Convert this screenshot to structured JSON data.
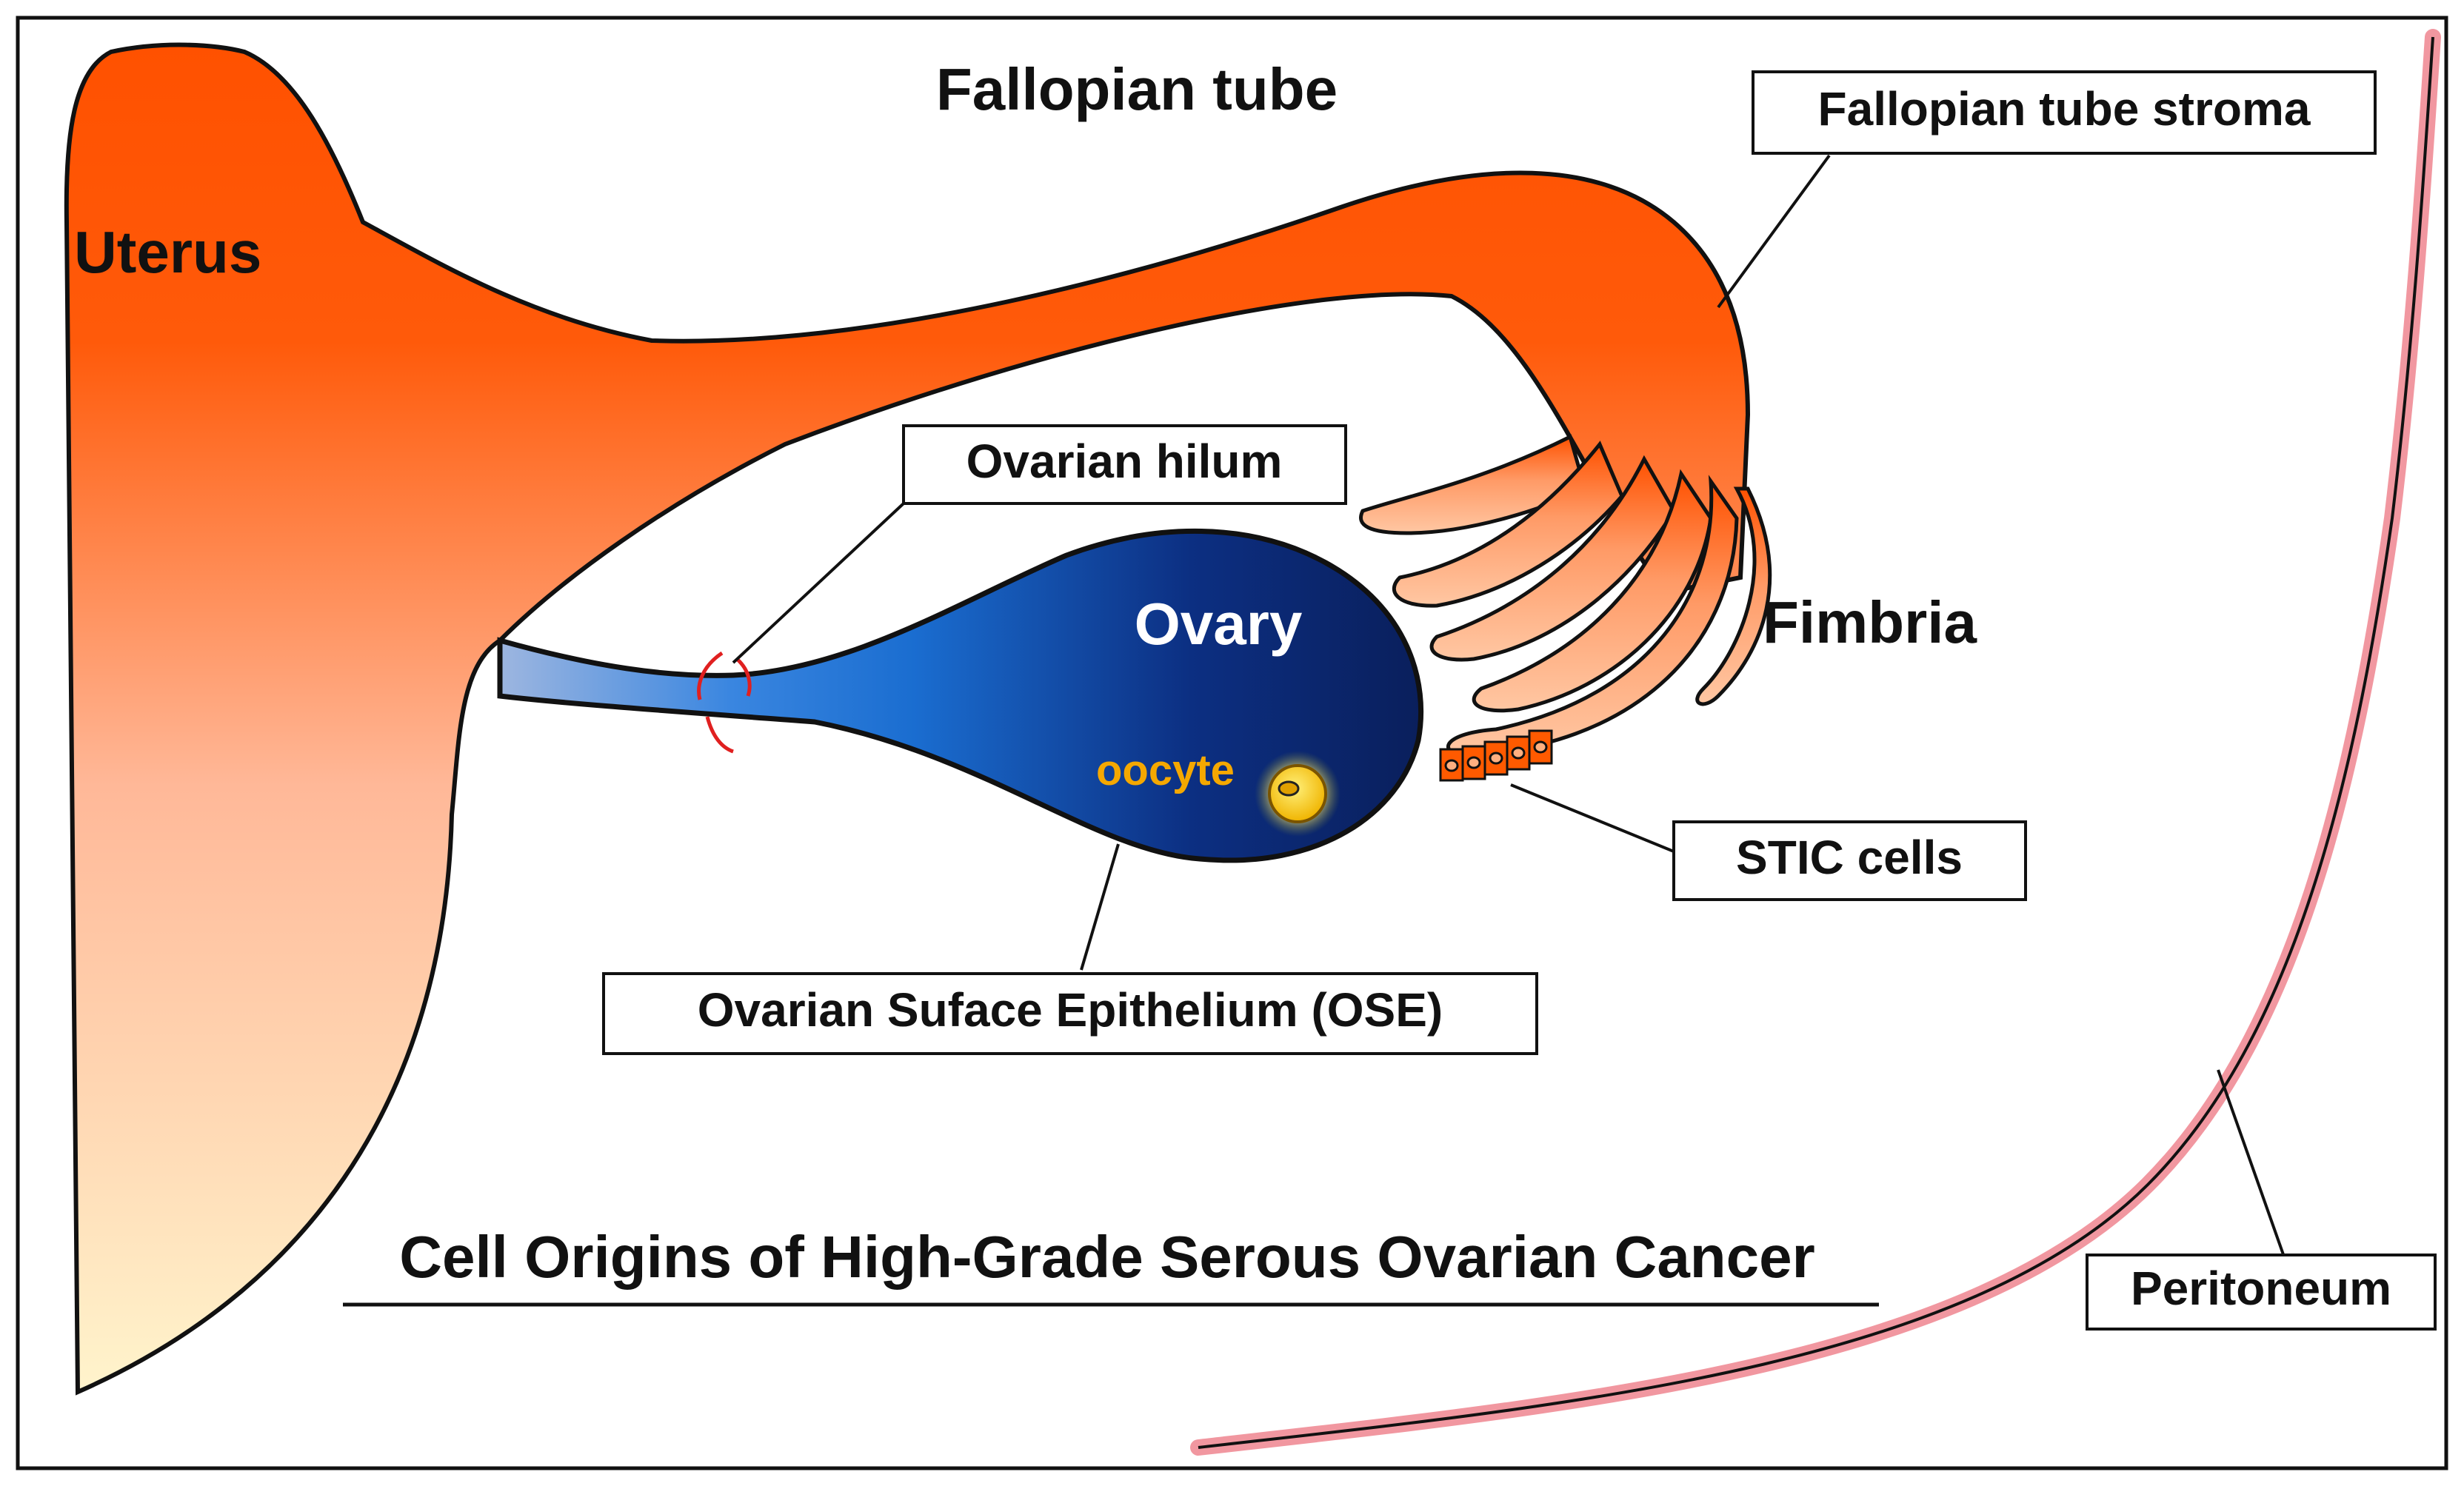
{
  "title": "Cell Origins of High-Grade Serous Ovarian Cancer",
  "labels": {
    "uterus": "Uterus",
    "fallopian_tube": "Fallopian tube",
    "fallopian_tube_stroma": "Fallopian tube stroma",
    "ovarian_hilum": "Ovarian hilum",
    "ovary": "Ovary",
    "oocyte": "oocyte",
    "fimbria": "Fimbria",
    "stic_cells": "STIC cells",
    "ose": "Ovarian Suface Epithelium (OSE)",
    "peritoneum": "Peritoneum"
  },
  "colors": {
    "tube_orange": "#ff5100",
    "uterus_light": "#fff4cc",
    "fimbria_light": "#ffc7a3",
    "ovary_navy": "#0a1f5c",
    "ovary_blue": "#1a74d8",
    "ligament_blue": "#9db6e0",
    "oocyte_label": "#f5a800",
    "oocyte_yellow": "#ffd21f",
    "peritoneum_pink": "#f08c96",
    "hilum_marker_red": "#e02020"
  }
}
